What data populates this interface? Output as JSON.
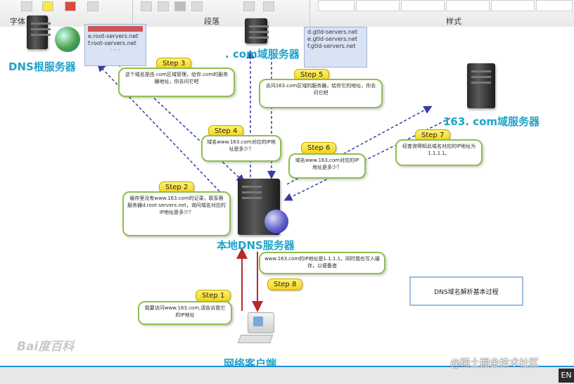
{
  "ribbon": {
    "group_font": "字体",
    "group_paragraph": "段落",
    "group_styles": "样式"
  },
  "nodes": {
    "root": "DNS根服务器",
    "com": ". com域服务器",
    "com163": "163. com域服务器",
    "local": "本地DNS服务器",
    "client": "网络客户端"
  },
  "server_lists": {
    "root": [
      "e.root-servers.net",
      "f.root-servers.net",
      "· · ·"
    ],
    "com": [
      "d.gtld-servers.net",
      "e.gtld-servers.net",
      "f.gtld-servers.net"
    ]
  },
  "steps": {
    "s1": "Step 1",
    "s2": "Step 2",
    "s3": "Step 3",
    "s4": "Step 4",
    "s5": "Step 5",
    "s6": "Step 6",
    "s7": "Step 7",
    "s8": "Step 8"
  },
  "bubbles": {
    "b1": "我要访问www.163.com,请告诉我它的IP地址",
    "b2": "缓存里没有www.163.com的记录，联系根服务器d.root-servers.net，询问域名对应的IP地址是多少？",
    "b3": "这个域名是由.com区域管理，给你.com的服务器地址，你去问它吧",
    "b4": "域名www.163.com对应的IP地址是多少？",
    "b5": "去问163.com区域的服务器，给你它的地址，你去问它吧",
    "b6": "域名www.163.com对应的IP地址是多少？",
    "b7": "经查询得知此域名对应的IP地址为1.1.1.1。",
    "b8": "www.163.com的IP地址是1.1.1.1，同时我也写入缓存，以便备查"
  },
  "caption": "DNS域名解析基本过程",
  "watermark_left": "Bai度百科",
  "watermark_right": "@稀土掘金技术社区",
  "lang_indicator": "EN"
}
